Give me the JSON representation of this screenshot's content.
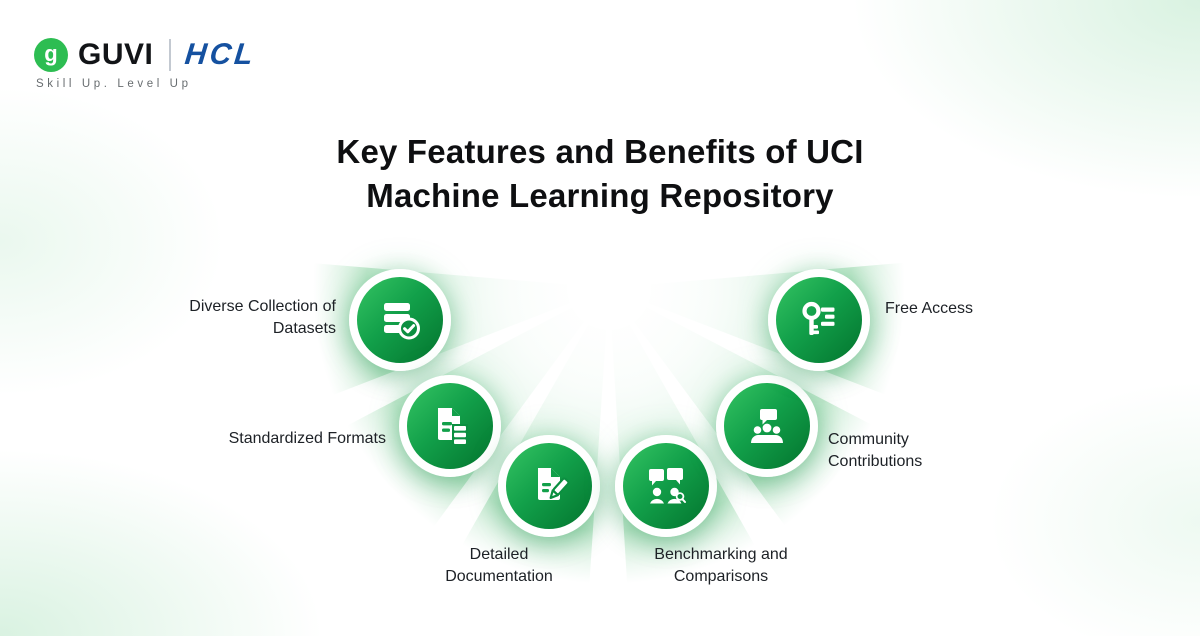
{
  "header": {
    "logo_mark": "g",
    "brand_guvi": "GUVI",
    "brand_hcl": "HCL",
    "tagline": "Skill Up. Level Up",
    "colors": {
      "guvi_green": "#2dbd52",
      "hcl_blue": "#1551a0",
      "tagline_gray": "#686d70"
    }
  },
  "title": {
    "line1": "Key Features and Benefits of UCI",
    "line2": "Machine Learning Repository"
  },
  "features": [
    {
      "icon": "database-check-icon",
      "line1": "Diverse Collection of",
      "line2": "Datasets"
    },
    {
      "icon": "document-formats-icon",
      "line1": "Standardized Formats",
      "line2": ""
    },
    {
      "icon": "document-edit-icon",
      "line1": "Detailed",
      "line2": "Documentation"
    },
    {
      "icon": "people-discussion-icon",
      "line1": "Benchmarking and",
      "line2": "Comparisons"
    },
    {
      "icon": "community-group-icon",
      "line1": "Community",
      "line2": "Contributions"
    },
    {
      "icon": "key-icon",
      "line1": "Free Access",
      "line2": ""
    }
  ],
  "colors": {
    "circle_gradient": [
      "#35c463",
      "#12a04a",
      "#03742e"
    ],
    "fan_green": "#c6ead1",
    "title_color": "#0e0f11",
    "label_color": "#1d2126",
    "background": "#ffffff"
  }
}
